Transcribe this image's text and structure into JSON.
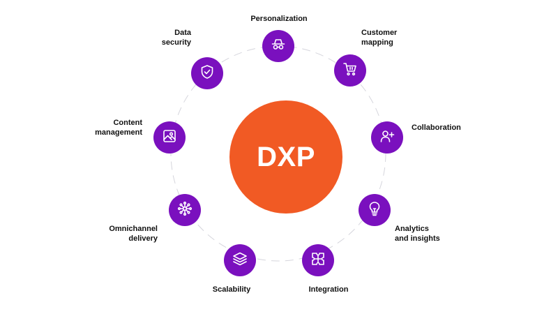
{
  "colors": {
    "hub": "#F15A24",
    "node": "#7A10BE",
    "icon": "#ffffff",
    "ring": "#d5d5dc"
  },
  "hub": {
    "label": "DXP"
  },
  "nodes": [
    {
      "label": "Personalization",
      "icon": "incognito-icon"
    },
    {
      "label": "Customer\nmapping",
      "icon": "shopping-cart-icon"
    },
    {
      "label": "Collaboration",
      "icon": "add-user-icon"
    },
    {
      "label": "Analytics\nand insights",
      "icon": "lightbulb-icon"
    },
    {
      "label": "Integration",
      "icon": "puzzle-icon"
    },
    {
      "label": "Scalability",
      "icon": "layers-icon"
    },
    {
      "label": "Omnichannel\ndelivery",
      "icon": "network-hub-icon"
    },
    {
      "label": "Content\nmanagement",
      "icon": "image-icon"
    },
    {
      "label": "Data\nsecurity",
      "icon": "shield-check-icon"
    }
  ]
}
